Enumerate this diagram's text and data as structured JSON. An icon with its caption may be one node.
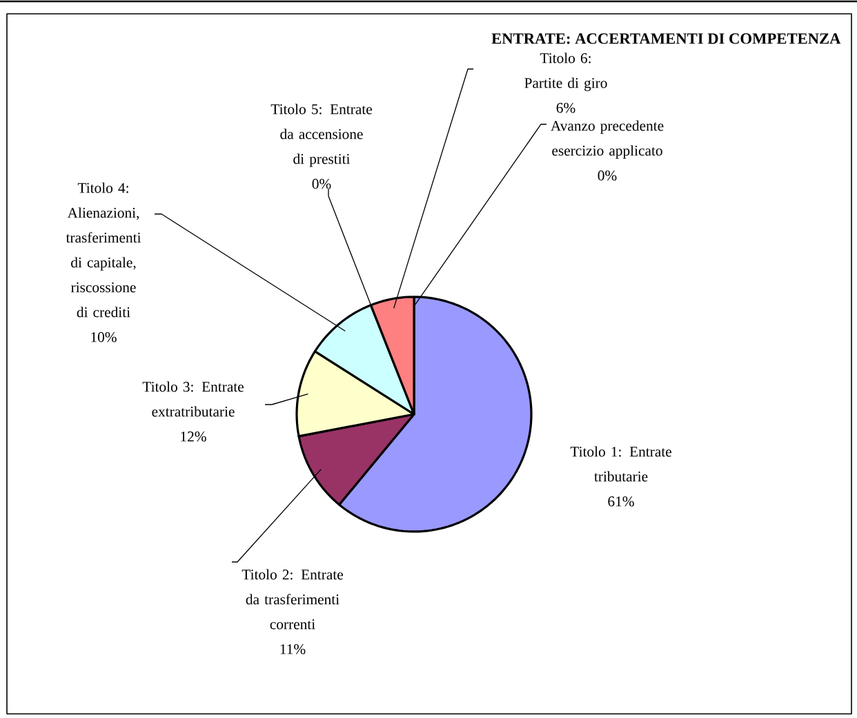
{
  "diagram": {
    "chart_data": {
      "type": "pie",
      "title": "ENTRATE: ACCERTAMENTI DI COMPETENZA",
      "categories": [
        "Titolo 1: Entrate tributarie",
        "Titolo 2: Entrate da trasferimenti correnti",
        "Titolo 3: Entrate extratributarie",
        "Titolo 4: Alienazioni, trasferimenti di capitale, riscossione di crediti",
        "Titolo 5: Entrate da accensione di prestiti",
        "Titolo 6: Partite di giro",
        "Avanzo precedente esercizio applicato"
      ],
      "values": [
        61,
        11,
        12,
        10,
        0,
        6,
        0
      ],
      "colors": [
        "#9999ff",
        "#993366",
        "#ffffcc",
        "#ccffff",
        "#660066",
        "#ff8080",
        "#ffffff"
      ],
      "value_labels": [
        "61%",
        "11%",
        "12%",
        "10%",
        "0%",
        "6%",
        "0%"
      ],
      "data_labels": true
    }
  }
}
